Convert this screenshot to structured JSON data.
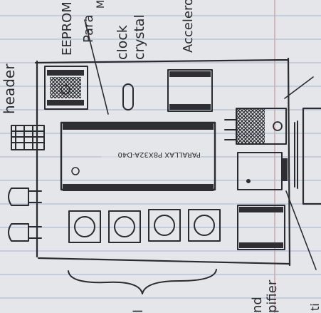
{
  "labels": {
    "header": "header",
    "eeprom": "EEPROM",
    "parallax": "Para",
    "parallax_line2": "M",
    "clock": "clock",
    "crystal": "crystal",
    "accelerometer": "Accelero",
    "chip": "PARALLAX P8X32A-D40",
    "bottom_left": "l",
    "bottom_right_1": "nd",
    "bottom_right_2": "pifier",
    "right_edge": "ti"
  },
  "colors": {
    "paper": "#e4e6ea",
    "rule_blue": "#b8c6d8",
    "margin_red": "#c9a7ad",
    "ink": "#2b2a2e"
  }
}
